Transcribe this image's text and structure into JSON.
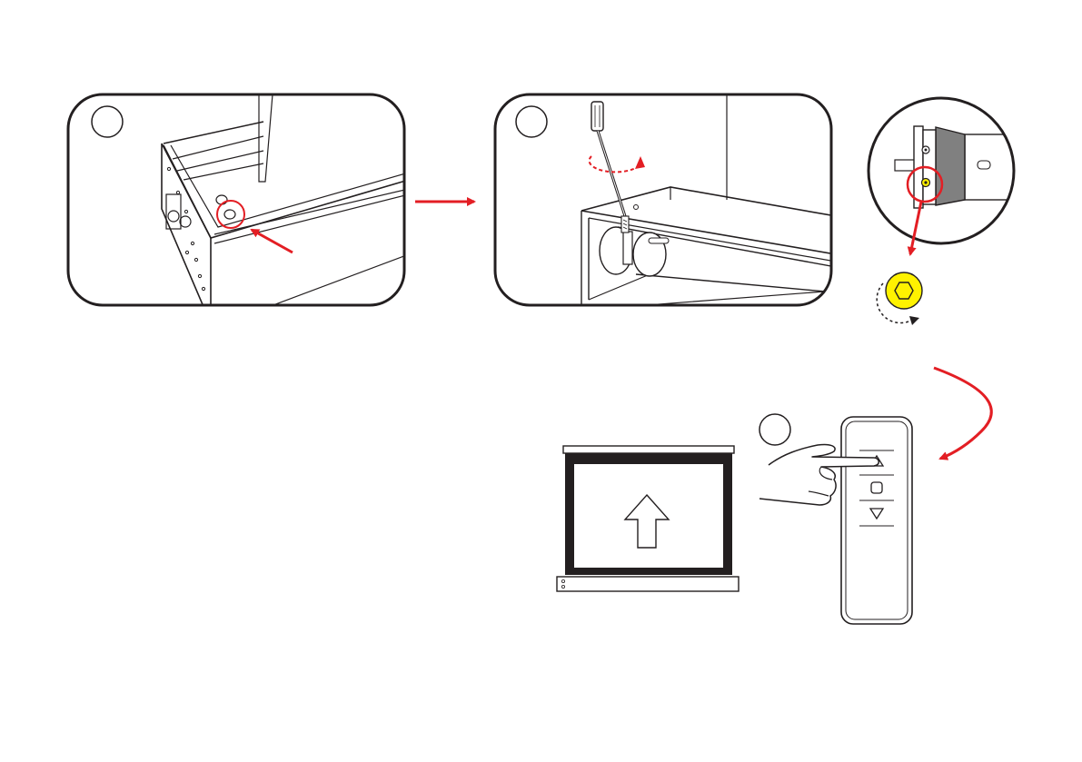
{
  "steps": [
    {
      "id": "step-1",
      "label": ""
    },
    {
      "id": "step-2",
      "label": ""
    },
    {
      "id": "step-3",
      "label": ""
    }
  ],
  "colors": {
    "line": "#231f20",
    "accent_red": "#e31e24",
    "highlight_yellow": "#fff200",
    "screen_frame": "#231f20",
    "tube_gray": "#808080"
  },
  "icons": {
    "screw": "hex-screw-icon",
    "screwdriver": "screwdriver-icon",
    "rotation": "rotate-arrow-icon",
    "remote": "remote-control-icon",
    "up": "up-arrow-icon"
  },
  "remote_buttons": [
    {
      "name": "up-triangle-button",
      "symbol": "up"
    },
    {
      "name": "stop-square-button",
      "symbol": "stop"
    },
    {
      "name": "down-triangle-button",
      "symbol": "down"
    }
  ]
}
